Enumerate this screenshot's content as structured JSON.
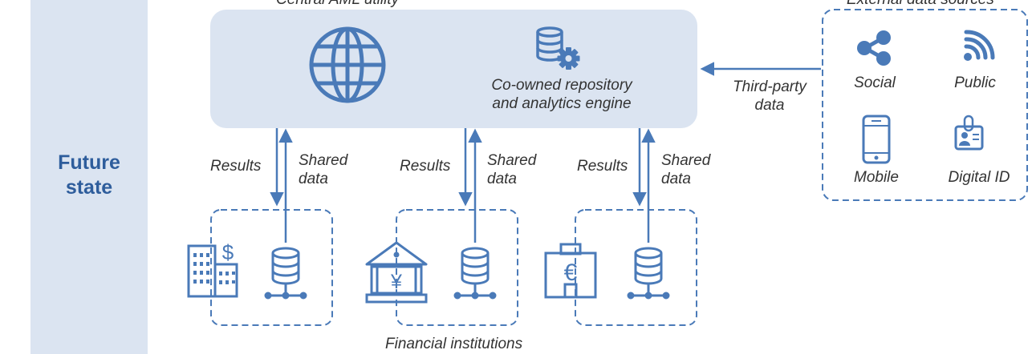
{
  "future_state_label": "Future\nstate",
  "central": {
    "title": "Central AML utility",
    "repository_label": "Co-owned repository\nand analytics engine"
  },
  "external": {
    "title": "External data sources",
    "sources": [
      {
        "label": "Social",
        "icon": "share-icon"
      },
      {
        "label": "Public",
        "icon": "rss-feed-icon"
      },
      {
        "label": "Mobile",
        "icon": "mobile-phone-icon"
      },
      {
        "label": "Digital ID",
        "icon": "id-badge-icon"
      }
    ],
    "third_party_label": "Third-party\ndata"
  },
  "flows": [
    {
      "results": "Results",
      "shared": "Shared\ndata"
    },
    {
      "results": "Results",
      "shared": "Shared\ndata"
    },
    {
      "results": "Results",
      "shared": "Shared\ndata"
    }
  ],
  "institutions": {
    "caption": "Financial institutions",
    "icons": [
      "office-buildings-dollar-icon",
      "bank-yen-icon",
      "building-euro-icon"
    ]
  },
  "colors": {
    "accent": "#4a7ab8",
    "panel": "#dbe4f1",
    "side_panel": "#dbe4f1",
    "state_text": "#2e5d9c"
  }
}
